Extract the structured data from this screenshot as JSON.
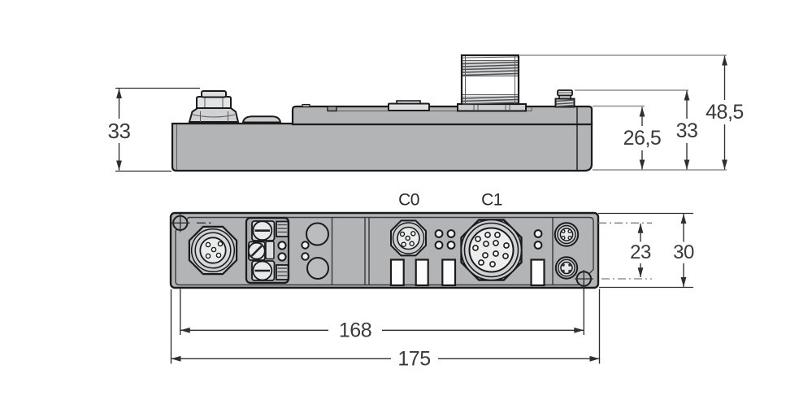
{
  "colors": {
    "background": "#ffffff",
    "body_fill": "#b2b4b6",
    "light_fill": "#dcdddd",
    "face_fill": "#eaebeb",
    "outline": "#1b1b1d",
    "dimension_color": "#2f2f31",
    "leader_color": "#8f9193"
  },
  "side_view": {
    "dims": {
      "left_height": "33",
      "step_height": "26,5",
      "connector_height": "33",
      "total_height": "48,5"
    }
  },
  "front_view": {
    "connector_labels": {
      "c0": "C0",
      "c1": "C1"
    },
    "dims": {
      "hole_offset": "23",
      "height": "30",
      "hole_spacing": "168",
      "width": "175"
    }
  }
}
